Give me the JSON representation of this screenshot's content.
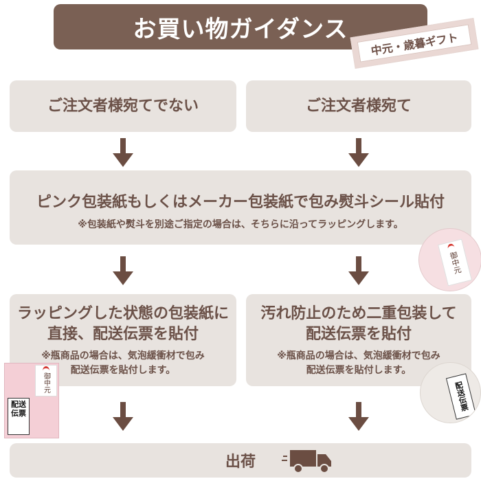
{
  "header": {
    "title": "お買い物ガイダンス",
    "tag": "中元・歳暮ギフト"
  },
  "branch": {
    "left": "ご注文者様宛てでない",
    "right": "ご注文者様宛て"
  },
  "wrap_step": {
    "main": "ピンク包装紙もしくはメーカー包装紙で包み熨斗シール貼付",
    "sub": "※包装紙や熨斗を別途ご指定の場合は、そちらに沿ってラッピングします。"
  },
  "left_step": {
    "line1": "ラッピングした状態の包装紙に",
    "line2": "直接、配送伝票を貼付",
    "sub1": "※瓶商品の場合は、気泡緩衝材で包み",
    "sub2": "配送伝票を貼付します。"
  },
  "right_step": {
    "line1": "汚れ防止のため二重包装して",
    "line2": "配送伝票を貼付",
    "sub1": "※瓶商品の場合は、気泡緩衝材で包み",
    "sub2": "配送伝票を貼付します。"
  },
  "final": {
    "label": "出荷"
  },
  "illustrations": {
    "noshi_text": "御中元",
    "slip_text": "配送伝票"
  },
  "colors": {
    "title_bg": "#7a6054",
    "box_bg": "#e8e3df",
    "text": "#6b5148",
    "arrow": "#6b4d42",
    "tag_bg": "#ead8d4"
  }
}
